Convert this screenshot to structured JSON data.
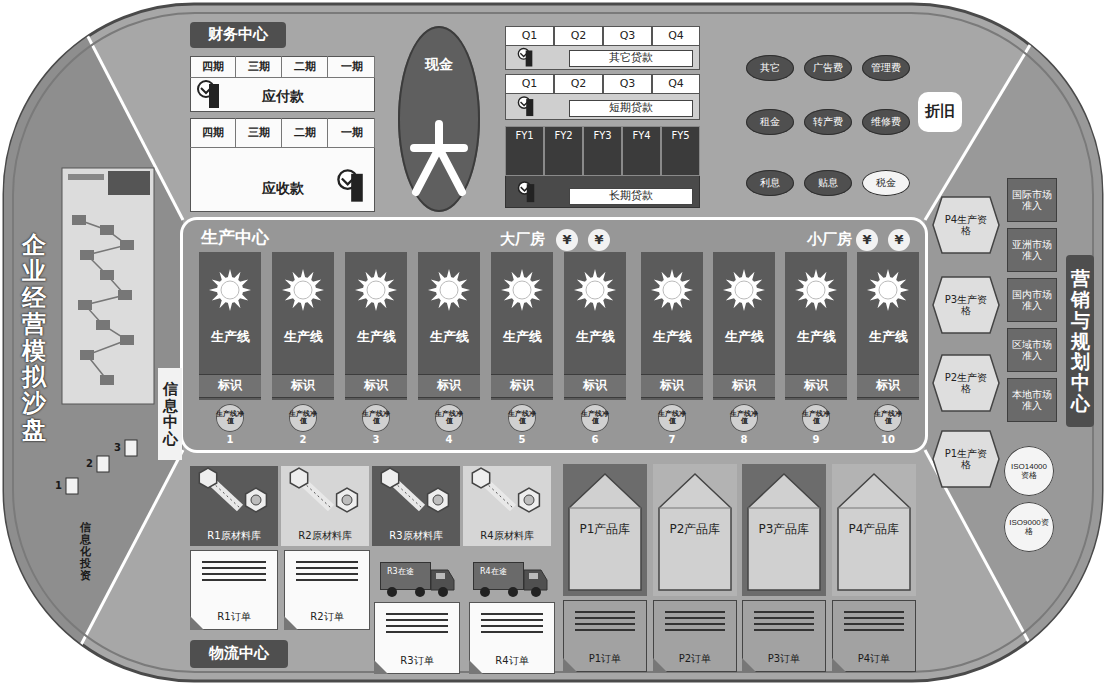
{
  "diagram": {
    "nodes": [
      {
        "text": [
          "财务中心"
        ]
      },
      {
        "text": [
          "应付款"
        ]
      },
      {
        "text": [
          "四期"
        ],
        "in": 1
      },
      {
        "text": [
          "三期"
        ],
        "in": 1
      },
      {
        "text": [
          "二期"
        ],
        "in": 1
      },
      {
        "text": [
          "一期"
        ],
        "in": 1
      },
      {
        "text": [
          "应收款"
        ]
      },
      {
        "text": [
          "四期"
        ],
        "in": 6
      },
      {
        "text": [
          "三期"
        ],
        "in": 6
      },
      {
        "text": [
          "二期"
        ],
        "in": 6
      },
      {
        "text": [
          "一期"
        ],
        "in": 6
      },
      {
        "text": [
          "现金"
        ]
      },
      {
        "text": [
          "其它贷款"
        ]
      },
      {
        "text": [
          "Q1"
        ],
        "in": 12
      },
      {
        "text": [
          "Q2"
        ],
        "in": 12
      },
      {
        "text": [
          "Q3"
        ],
        "in": 12
      },
      {
        "text": [
          "Q4"
        ],
        "in": 12
      },
      {
        "text": [
          "短期贷款"
        ]
      },
      {
        "text": [
          "Q1"
        ],
        "in": 17
      },
      {
        "text": [
          "Q2"
        ],
        "in": 17
      },
      {
        "text": [
          "Q3"
        ],
        "in": 17
      },
      {
        "text": [
          "Q4"
        ],
        "in": 17
      },
      {
        "text": [
          "长期贷款"
        ]
      },
      {
        "text": [
          "FY1"
        ],
        "in": 22
      },
      {
        "text": [
          "FY2"
        ],
        "in": 22
      },
      {
        "text": [
          "FY3"
        ],
        "in": 22
      },
      {
        "text": [
          "FY4"
        ],
        "in": 22
      },
      {
        "text": [
          "FY5"
        ],
        "in": 22
      },
      {
        "text": [
          "其它"
        ]
      },
      {
        "text": [
          "广告费"
        ]
      },
      {
        "text": [
          "管理费"
        ]
      },
      {
        "text": [
          "租金"
        ]
      },
      {
        "text": [
          "转产费"
        ]
      },
      {
        "text": [
          "维修费"
        ]
      },
      {
        "text": [
          "利息"
        ]
      },
      {
        "text": [
          "贴息"
        ]
      },
      {
        "text": [
          "税金"
        ]
      },
      {
        "text": [
          "折旧"
        ]
      },
      {
        "text": [
          "生产中心"
        ]
      },
      {
        "text": [
          "大厂房"
        ],
        "in": 38
      },
      {
        "text": [
          "小厂房"
        ],
        "in": 38
      },
      {
        "text": [
          "生产线"
        ],
        "in": 39
      },
      {
        "text": [
          "标识"
        ],
        "in": 41
      },
      {
        "text": [
          "生产线净值"
        ],
        "in": 39
      },
      {
        "text": [
          "生产线"
        ],
        "in": 39
      },
      {
        "text": [
          "标识"
        ],
        "in": 44
      },
      {
        "text": [
          "生产线净值"
        ],
        "in": 39
      },
      {
        "text": [
          "生产线"
        ],
        "in": 39
      },
      {
        "text": [
          "标识"
        ],
        "in": 47
      },
      {
        "text": [
          "生产线净值"
        ],
        "in": 39
      },
      {
        "text": [
          "生产线"
        ],
        "in": 39
      },
      {
        "text": [
          "标识"
        ],
        "in": 50
      },
      {
        "text": [
          "生产线净值"
        ],
        "in": 39
      },
      {
        "text": [
          "生产线"
        ],
        "in": 39
      },
      {
        "text": [
          "标识"
        ],
        "in": 53
      },
      {
        "text": [
          "生产线净值"
        ],
        "in": 39
      },
      {
        "text": [
          "生产线"
        ],
        "in": 39
      },
      {
        "text": [
          "标识"
        ],
        "in": 56
      },
      {
        "text": [
          "生产线净值"
        ],
        "in": 39
      },
      {
        "text": [
          "生产线"
        ],
        "in": 40
      },
      {
        "text": [
          "标识"
        ],
        "in": 59
      },
      {
        "text": [
          "生产线净值"
        ],
        "in": 40
      },
      {
        "text": [
          "生产线"
        ],
        "in": 40
      },
      {
        "text": [
          "标识"
        ],
        "in": 62
      },
      {
        "text": [
          "生产线净值"
        ],
        "in": 40
      },
      {
        "text": [
          "生产线"
        ],
        "in": 40
      },
      {
        "text": [
          "标识"
        ],
        "in": 65
      },
      {
        "text": [
          "生产线净值"
        ],
        "in": 40
      },
      {
        "text": [
          "生产线"
        ],
        "in": 40
      },
      {
        "text": [
          "标识"
        ],
        "in": 68
      },
      {
        "text": [
          "生产线净值"
        ],
        "in": 40
      },
      {
        "text": [
          "物流中心"
        ]
      },
      {
        "text": [
          "R1原材料库"
        ]
      },
      {
        "text": [
          "R2原材料库"
        ]
      },
      {
        "text": [
          "R3原材料库"
        ]
      },
      {
        "text": [
          "R4原材料库"
        ]
      },
      {
        "text": [
          "R1订单"
        ]
      },
      {
        "text": [
          "R2订单"
        ]
      },
      {
        "text": [
          "R3订单"
        ]
      },
      {
        "text": [
          "R4订单"
        ]
      },
      {
        "text": [
          "R3在途"
        ]
      },
      {
        "text": [
          "R4在途"
        ]
      },
      {
        "text": [
          "P1产品库"
        ]
      },
      {
        "text": [
          "P2产品库"
        ]
      },
      {
        "text": [
          "P3产品库"
        ]
      },
      {
        "text": [
          "P4产品库"
        ]
      },
      {
        "text": [
          "P1订单"
        ]
      },
      {
        "text": [
          "P2订单"
        ]
      },
      {
        "text": [
          "P3订单"
        ]
      },
      {
        "text": [
          "P4订单"
        ]
      },
      {
        "text": [
          "营销与规划中心"
        ]
      },
      {
        "text": [
          "国际市场准入"
        ]
      },
      {
        "text": [
          "亚洲市场准入"
        ]
      },
      {
        "text": [
          "国内市场准入"
        ]
      },
      {
        "text": [
          "区域市场准入"
        ]
      },
      {
        "text": [
          "本地市场准入"
        ]
      },
      {
        "text": [
          "P4生产资格"
        ]
      },
      {
        "text": [
          "P3生产资格"
        ]
      },
      {
        "text": [
          "P2生产资格"
        ]
      },
      {
        "text": [
          "P1生产资格"
        ]
      },
      {
        "text": [
          "ISO14000资格"
        ]
      },
      {
        "text": [
          "ISO9000资格"
        ]
      },
      {
        "text": [
          "信息中心"
        ]
      },
      {
        "text": [
          "¥"
        ],
        "in": 39
      },
      {
        "text": [
          "¥"
        ],
        "in": 39
      },
      {
        "text": [
          "¥"
        ],
        "in": 40
      },
      {
        "text": [
          "¥"
        ],
        "in": 40
      }
    ],
    "labels": [
      "1",
      "2",
      "3",
      "4",
      "5",
      "6",
      "7",
      "8",
      "9",
      "10",
      "企业经营模拟沙盘",
      "信息化投资",
      "1",
      "2",
      "3"
    ]
  }
}
